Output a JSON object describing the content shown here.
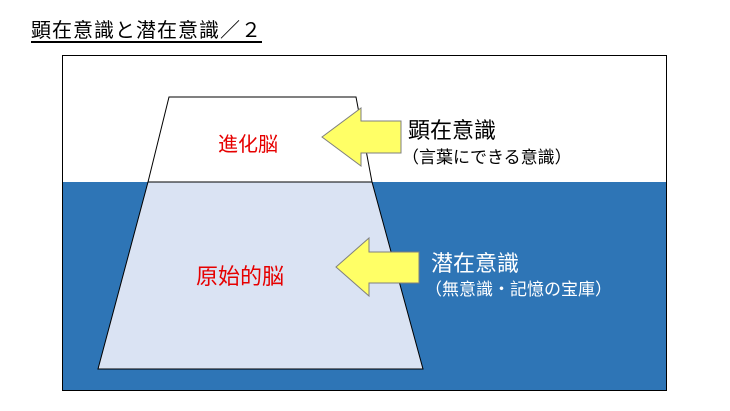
{
  "title": "顕在意識と潜在意識／２",
  "brain": {
    "upper_label": "進化脳",
    "lower_label": "原始的脳"
  },
  "conscious": {
    "title": "顕在意識",
    "subtitle": "（言葉にできる意識）"
  },
  "subconscious": {
    "title": "潜在意識",
    "subtitle": "（無意識・記憶の宝庫）"
  },
  "colors": {
    "water": "#2e75b6",
    "iceberg_top": "#ffffff",
    "iceberg_bottom": "#dae3f3",
    "arrow_fill": "#ffff66",
    "arrow_stroke": "#7f7f7f",
    "brain_text": "#e60000"
  }
}
